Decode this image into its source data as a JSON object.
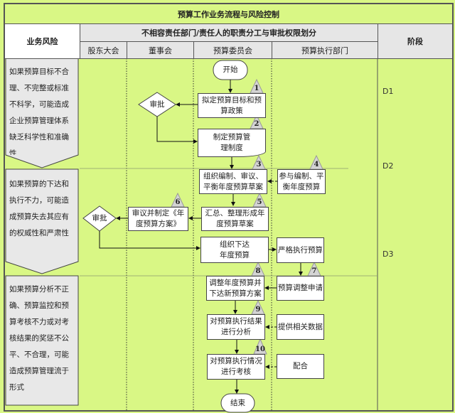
{
  "title": "预算工作业务流程与风险控制",
  "header": {
    "risk": "业务风险",
    "division": "不相容责任部门/责任人的职责分工与审批权限划分",
    "phase": "阶段",
    "lanes": [
      "股东大会",
      "董事会",
      "预算委员会",
      "预算执行部门"
    ]
  },
  "risks": [
    "如果预算目标不合理、不完整或标准不科学，可能造成企业预算管理体系缺乏科学性和准确性",
    "如果预算的下达和执行不力，可能造成预算失去其应有的权威性和严肃性",
    "如果预算分析不正确、预算监控和预算考核不力或对考核结果的奖惩不公平、不合理，可能造成预算管理流于形式"
  ],
  "phases": [
    "D1",
    "D2",
    "D3"
  ],
  "flow": {
    "start": "开始",
    "end": "结束",
    "approve1": "审批",
    "approve2": "审批",
    "steps": [
      {
        "num": "1",
        "text": "拟定预算目标和预算政策"
      },
      {
        "num": "2",
        "text": "制定预算管理制度"
      },
      {
        "num": "3",
        "text": "组织编制、审议、平衡年度预算草案"
      },
      {
        "num": "4",
        "text": "参与编制、平衡年度预算"
      },
      {
        "num": "5",
        "text": "汇总、整理形成年度预算草案"
      },
      {
        "num": "6",
        "text": "审议并制定《年度预算方案》"
      },
      {
        "num": "",
        "text": "组织下达年度预算"
      },
      {
        "num": "",
        "text": "严格执行预算"
      },
      {
        "num": "7",
        "text": "预算调整申请"
      },
      {
        "num": "8",
        "text": "调整年度预算并下达新预算方案"
      },
      {
        "num": "9",
        "text": "对预算执行结果进行分析"
      },
      {
        "num": "",
        "text": "提供相关数据"
      },
      {
        "num": "10",
        "text": "对预算执行情况进行考核"
      },
      {
        "num": "",
        "text": "配合"
      }
    ]
  }
}
